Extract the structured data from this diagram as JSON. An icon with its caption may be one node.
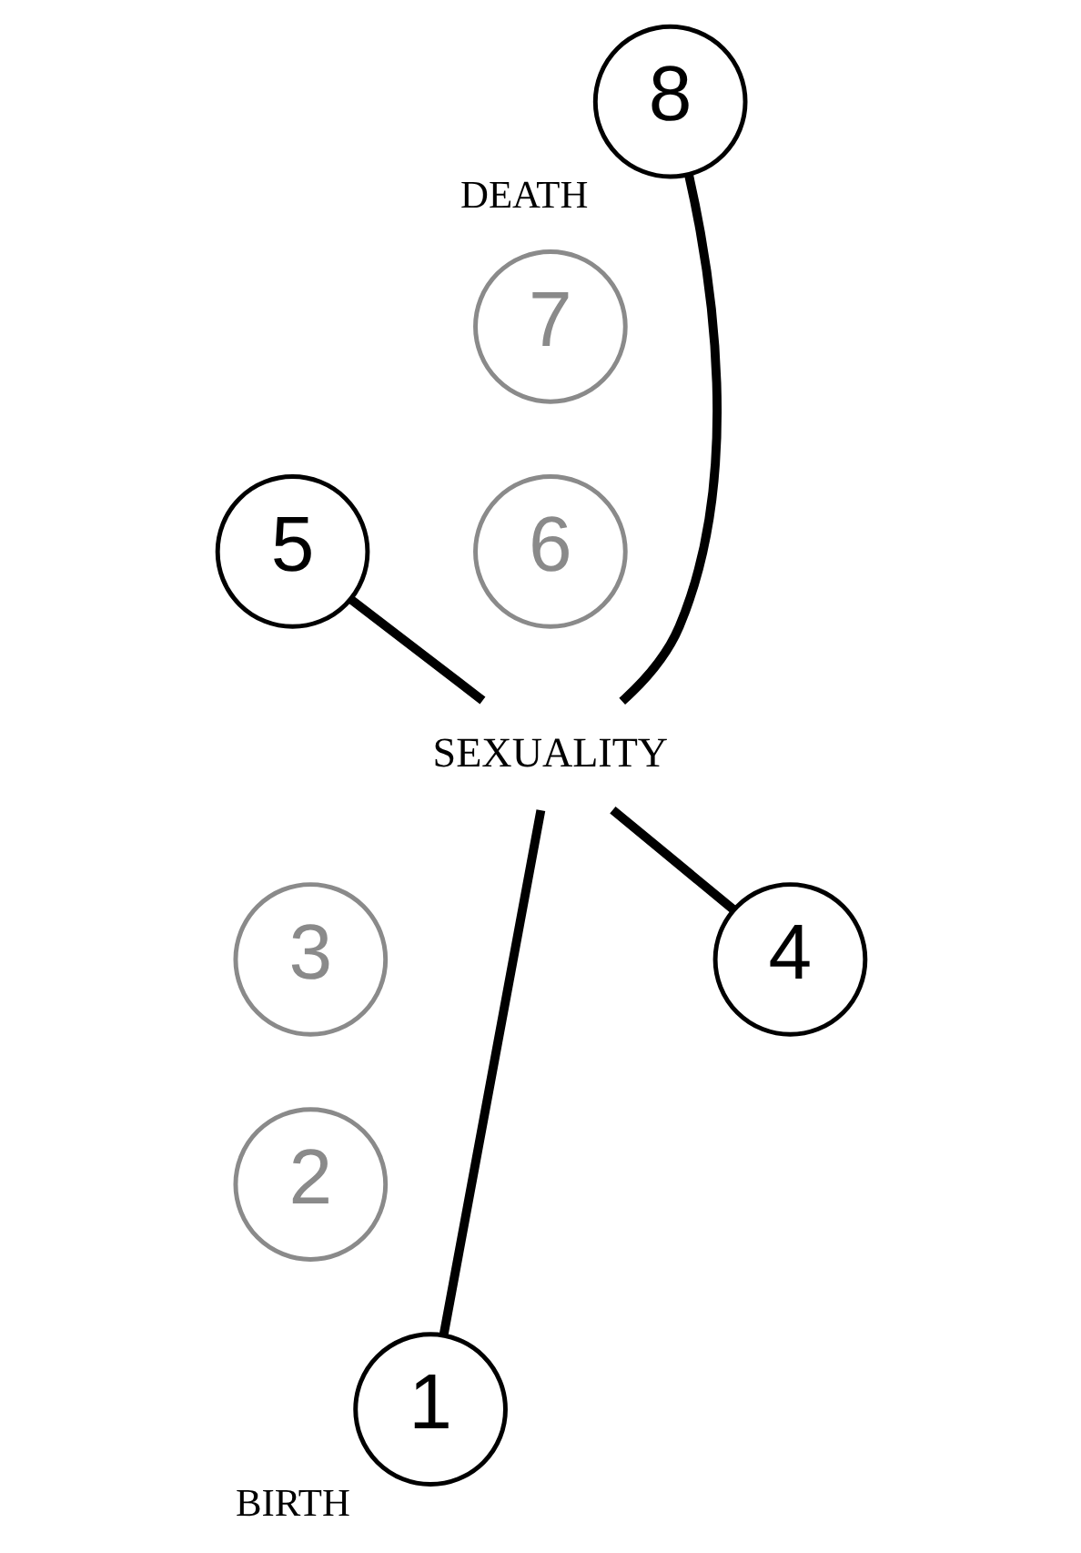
{
  "diagram": {
    "nodes": [
      {
        "text": [
          "1"
        ],
        "beside": [
          "BIRTH"
        ]
      },
      {
        "text": [
          "2"
        ]
      },
      {
        "text": [
          "3"
        ]
      },
      {
        "text": [
          "4"
        ]
      },
      {
        "text": [
          "5"
        ]
      },
      {
        "text": [
          "6"
        ]
      },
      {
        "text": [
          "7"
        ]
      },
      {
        "text": [
          "8"
        ],
        "beside": [
          "DEATH"
        ]
      },
      {
        "text": [
          "SEXUALITY"
        ]
      }
    ],
    "edges": [
      {
        "from": 0,
        "to": 8,
        "arrow": "none"
      },
      {
        "from": 8,
        "to": 7,
        "arrow": "none"
      },
      {
        "from": 3,
        "to": 8,
        "arrow": "none"
      },
      {
        "from": 8,
        "to": 4,
        "arrow": "none"
      }
    ]
  }
}
